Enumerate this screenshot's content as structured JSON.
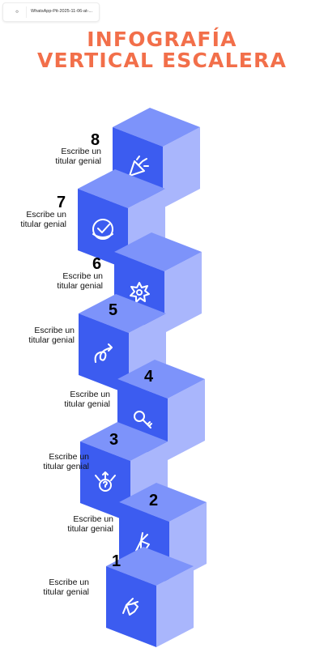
{
  "tab": {
    "title": "WhatsApp-Pit-2025-11-06-at-...",
    "icon": "document-icon"
  },
  "title": {
    "line1": "INFOGRAFÍA",
    "line2": "VERTICAL ESCALERA"
  },
  "colors": {
    "title": "#f26f4a",
    "cube_front": "#3c5cf0",
    "cube_top": "#7d93fa",
    "cube_side": "#a9b6fc",
    "icon_stroke": "#ffffff"
  },
  "steps": [
    {
      "number": "1",
      "line1": "Escribe un",
      "line2": "titular genial",
      "icon": "pointing-hand-icon"
    },
    {
      "number": "2",
      "line1": "Escribe un",
      "line2": "titular genial",
      "icon": "peace-hand-icon"
    },
    {
      "number": "3",
      "line1": "Escribe un",
      "line2": "titular genial",
      "icon": "question-arrows-icon"
    },
    {
      "number": "4",
      "line1": "Escribe un",
      "line2": "titular genial",
      "icon": "key-icon"
    },
    {
      "number": "5",
      "line1": "Escribe un",
      "line2": "titular genial",
      "icon": "curly-arrow-icon"
    },
    {
      "number": "6",
      "line1": "Escribe un",
      "line2": "titular genial",
      "icon": "starburst-icon"
    },
    {
      "number": "7",
      "line1": "Escribe un",
      "line2": "titular genial",
      "icon": "check-badge-icon"
    },
    {
      "number": "8",
      "line1": "Escribe un",
      "line2": "titular genial",
      "icon": "confetti-icon"
    }
  ]
}
